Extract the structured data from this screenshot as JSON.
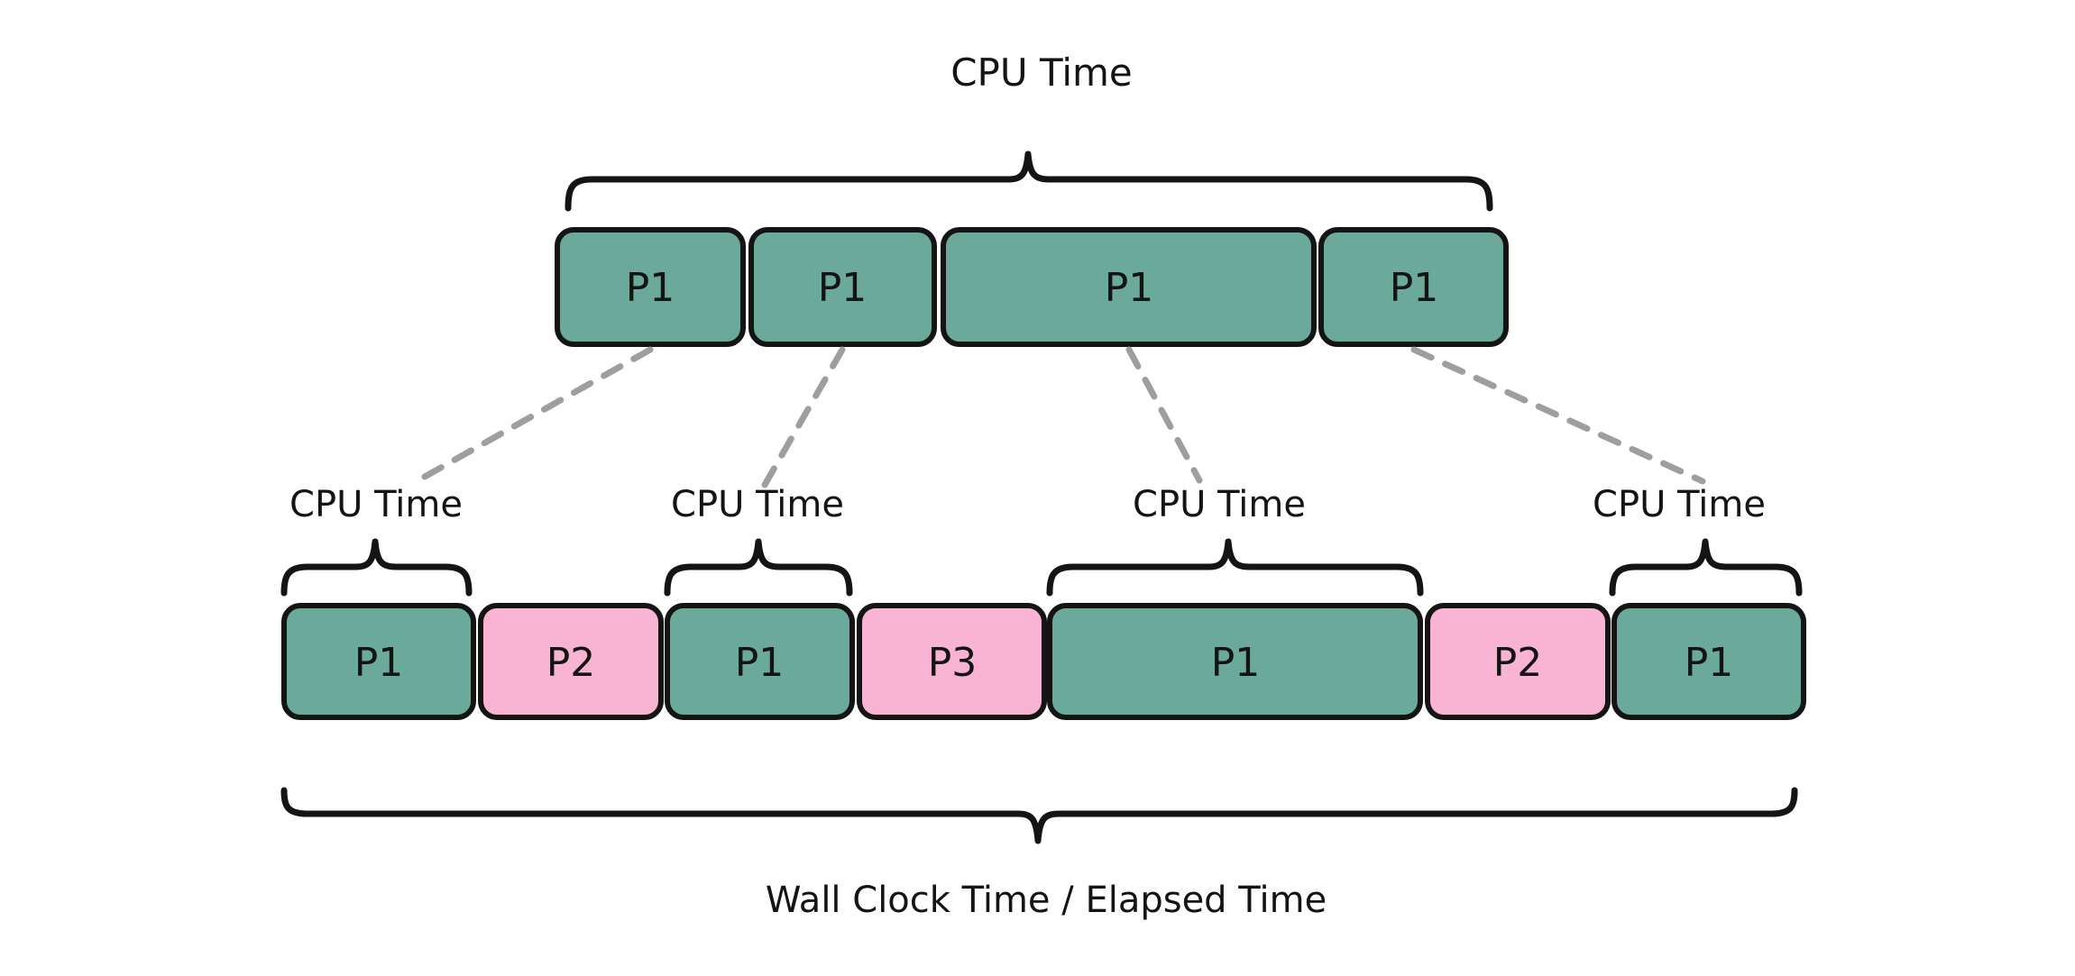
{
  "colors": {
    "green": "#6BA99A",
    "pink": "#F9B4D4",
    "ink": "#141414",
    "dash": "#9E9E9E",
    "background": "#FFFFFF"
  },
  "top_section": {
    "brace_label": "CPU Time",
    "blocks": [
      {
        "label": "P1",
        "color": "green"
      },
      {
        "label": "P1",
        "color": "green"
      },
      {
        "label": "P1",
        "color": "green"
      },
      {
        "label": "P1",
        "color": "green"
      }
    ]
  },
  "bottom_section": {
    "cpu_time_labels": [
      "CPU Time",
      "CPU Time",
      "CPU Time",
      "CPU Time"
    ],
    "blocks": [
      {
        "label": "P1",
        "color": "green"
      },
      {
        "label": "P2",
        "color": "pink"
      },
      {
        "label": "P1",
        "color": "green"
      },
      {
        "label": "P3",
        "color": "pink"
      },
      {
        "label": "P1",
        "color": "green"
      },
      {
        "label": "P2",
        "color": "pink"
      },
      {
        "label": "P1",
        "color": "green"
      }
    ],
    "wall_clock_label": "Wall Clock Time / Elapsed Time"
  }
}
